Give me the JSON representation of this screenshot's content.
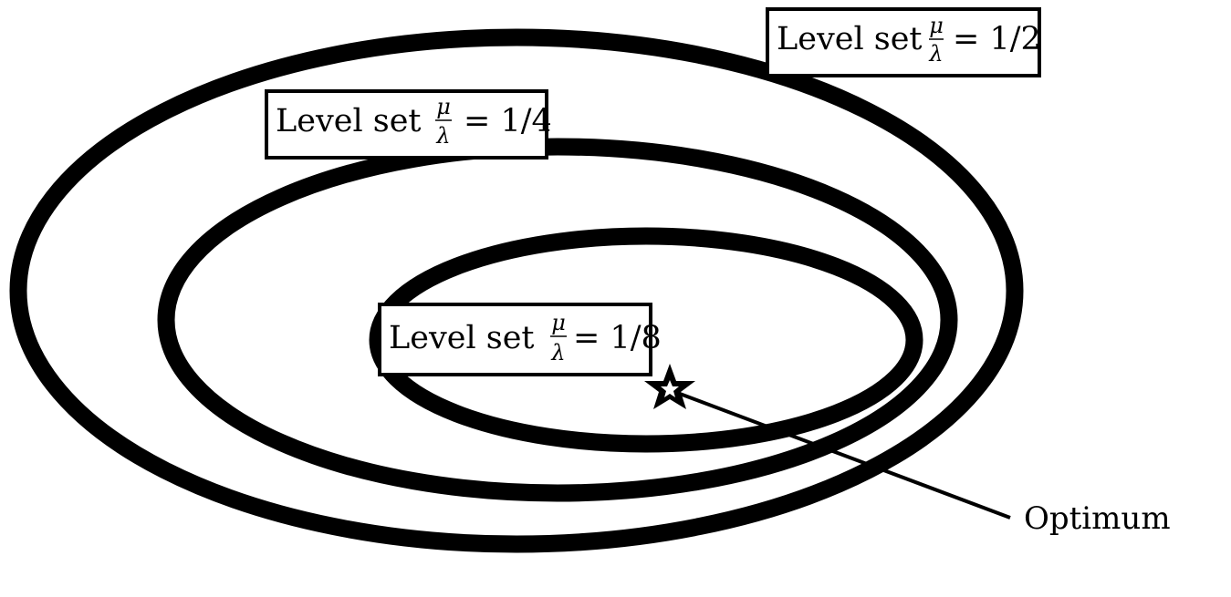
{
  "level_sets": [
    {
      "prefix": "Level set",
      "numerator": "μ",
      "denominator": "λ",
      "value": "= 1/2"
    },
    {
      "prefix": "Level set",
      "numerator": "μ",
      "denominator": "λ",
      "value": "= 1/4"
    },
    {
      "prefix": "Level set",
      "numerator": "μ",
      "denominator": "λ",
      "value": "= 1/8"
    }
  ],
  "optimum": {
    "label": "Optimum"
  }
}
